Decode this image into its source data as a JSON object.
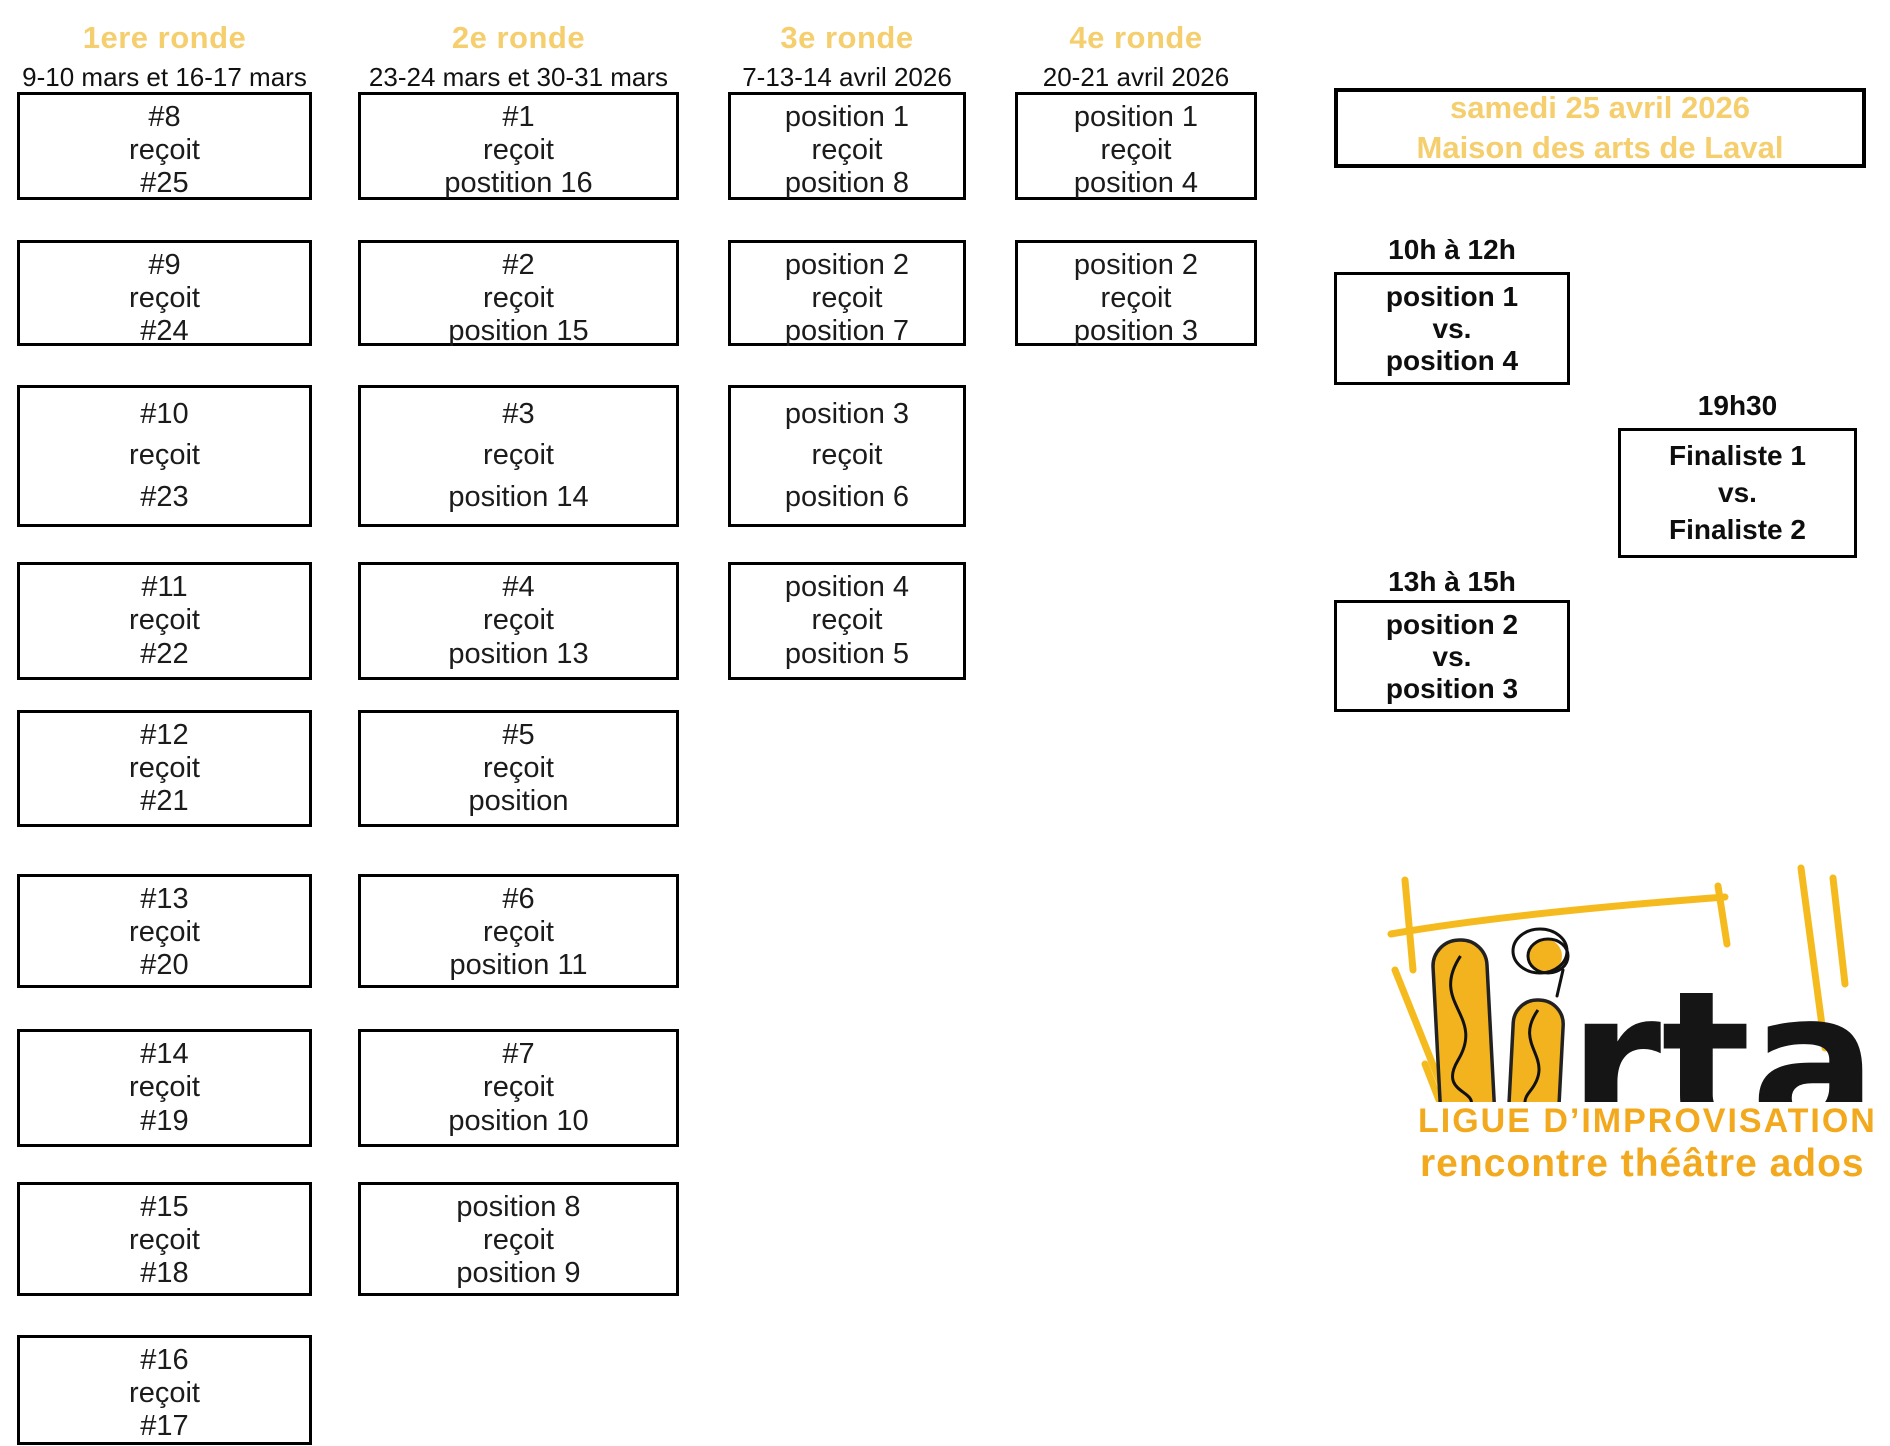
{
  "rounds": [
    {
      "title": "1ere ronde",
      "dates": "9-10 mars et 16-17 mars",
      "matches": [
        {
          "home": "#8",
          "verb": "reçoit",
          "away": "#25"
        },
        {
          "home": "#9",
          "verb": "reçoit",
          "away": "#24"
        },
        {
          "home": "#10",
          "verb": "reçoit",
          "away": "#23"
        },
        {
          "home": "#11",
          "verb": "reçoit",
          "away": "#22"
        },
        {
          "home": "#12",
          "verb": "reçoit",
          "away": "#21"
        },
        {
          "home": "#13",
          "verb": "reçoit",
          "away": "#20"
        },
        {
          "home": "#14",
          "verb": "reçoit",
          "away": "#19"
        },
        {
          "home": "#15",
          "verb": "reçoit",
          "away": "#18"
        },
        {
          "home": "#16",
          "verb": "reçoit",
          "away": "#17"
        }
      ]
    },
    {
      "title": "2e ronde",
      "dates": "23-24 mars et 30-31 mars",
      "matches": [
        {
          "home": "#1",
          "verb": "reçoit",
          "away": "postition 16"
        },
        {
          "home": "#2",
          "verb": "reçoit",
          "away": "position 15"
        },
        {
          "home": "#3",
          "verb": "reçoit",
          "away": "position 14"
        },
        {
          "home": "#4",
          "verb": "reçoit",
          "away": "position 13"
        },
        {
          "home": "#5",
          "verb": "reçoit",
          "away": "position"
        },
        {
          "home": "#6",
          "verb": "reçoit",
          "away": "position 11"
        },
        {
          "home": "#7",
          "verb": "reçoit",
          "away": "position 10"
        },
        {
          "home": "position 8",
          "verb": "reçoit",
          "away": "position 9"
        }
      ]
    },
    {
      "title": "3e ronde",
      "dates": "7-13-14 avril 2026",
      "matches": [
        {
          "home": "position 1",
          "verb": "reçoit",
          "away": "position 8"
        },
        {
          "home": "position 2",
          "verb": "reçoit",
          "away": "position 7"
        },
        {
          "home": "position 3",
          "verb": "reçoit",
          "away": "position 6"
        },
        {
          "home": "position 4",
          "verb": "reçoit",
          "away": "position 5"
        }
      ]
    },
    {
      "title": "4e ronde",
      "dates": "20-21 avril 2026",
      "matches": [
        {
          "home": "position 1",
          "verb": "reçoit",
          "away": "position 4"
        },
        {
          "home": "position 2",
          "verb": "reçoit",
          "away": "position 3"
        }
      ]
    }
  ],
  "finals": {
    "header_line1": "samedi 25 avril 2026",
    "header_line2": "Maison des arts de Laval",
    "games": [
      {
        "time": "10h à 12h",
        "top": "position 1",
        "vs": "vs.",
        "bottom": "position 4"
      },
      {
        "time": "19h30",
        "top": "Finaliste 1",
        "vs": "vs.",
        "bottom": "Finaliste 2"
      },
      {
        "time": "13h à 15h",
        "top": "position 2",
        "vs": "vs.",
        "bottom": "position 3"
      }
    ]
  },
  "logo": {
    "wordmark": "lirta",
    "line1": "LIGUE D’IMPROVISATION",
    "line2": "rencontre théâtre ados"
  },
  "colors": {
    "heading_yellow": "#F5CE6E",
    "logo_yellow": "#F2A91E",
    "logo_fill": "#F2B31F",
    "border_black": "#000000",
    "text_black": "#1b1b1b"
  }
}
